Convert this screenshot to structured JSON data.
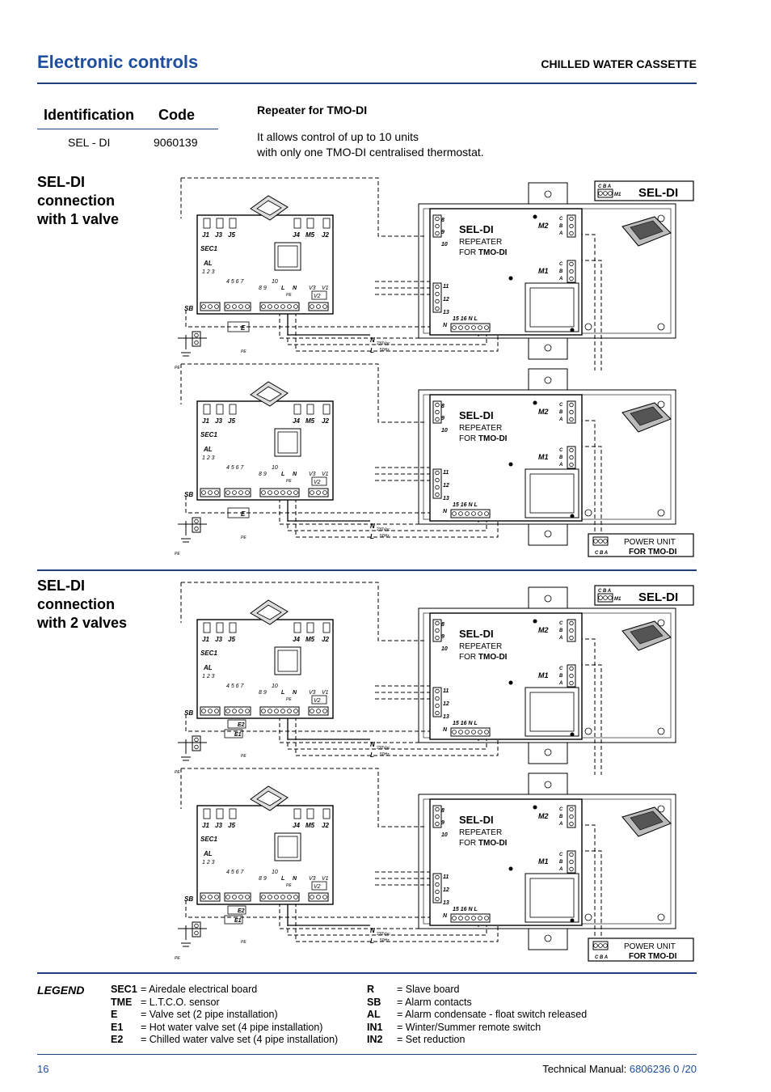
{
  "header": {
    "title": "Electronic controls",
    "product": "CHILLED WATER CASSETTE"
  },
  "identification": {
    "col_id": "Identification",
    "col_code": "Code",
    "item": "SEL - DI",
    "code": "9060139"
  },
  "repeater": {
    "title": "Repeater for TMO-DI",
    "description": "It allows control of up to 10 units\nwith only one TMO-DI centralised thermostat."
  },
  "sections": [
    {
      "title": "SEL-DI\nconnection\nwith 1 valve"
    },
    {
      "title": "SEL-DI\nconnection\nwith 2 valves"
    }
  ],
  "diagram": {
    "board_name": "SEC1",
    "board_jumpers": [
      "J1",
      "J3",
      "J5",
      "J4",
      "M5",
      "J2"
    ],
    "al": "AL",
    "al_terms": "1 2 3",
    "terms_a": "4 5 6 7",
    "terms_b": "8 9",
    "term_10": "10",
    "term_l": "L",
    "term_n": "N",
    "term_v3": "V3",
    "term_v1": "V1",
    "term_v2": "V2",
    "term_pe": "PE",
    "sb": "SB",
    "valve_e": "E",
    "valve_e1": "E1",
    "valve_e2": "E2",
    "supply_n": "N",
    "supply_l": "L",
    "supply_v": "230Vac",
    "supply_hz": "50Hz",
    "sel_di": "SEL-DI",
    "repeater_line1": "REPEATER",
    "repeater_line2_prefix": "FOR ",
    "repeater_line2_bold": "TMO-DI",
    "m1": "M1",
    "m2": "M2",
    "cba": "C B A",
    "c": "C",
    "b": "B",
    "a": "A",
    "rep_terms_left": [
      "8",
      "9",
      "10"
    ],
    "rep_terms_low": [
      "11",
      "12",
      "13",
      "N"
    ],
    "rep_terms_bottom": "15 16 N L",
    "power_unit_line1": "POWER UNIT",
    "power_unit_line2": "FOR TMO-DI"
  },
  "legend": {
    "label": "LEGEND",
    "left": [
      {
        "key": "SEC1",
        "text": "= Airedale electrical board"
      },
      {
        "key": "TME",
        "text": "= L.T.C.O. sensor"
      },
      {
        "key": "E",
        "text": "= Valve set (2 pipe installation)"
      },
      {
        "key": "E1",
        "text": "= Hot water valve set (4 pipe installation)"
      },
      {
        "key": "E2",
        "text": "= Chilled water valve set (4 pipe installation)"
      }
    ],
    "right": [
      {
        "key": "R",
        "text": "= Slave board"
      },
      {
        "key": "SB",
        "text": "= Alarm contacts"
      },
      {
        "key": "AL",
        "text": "= Alarm condensate - float switch released"
      },
      {
        "key": "IN1",
        "text": "= Winter/Summer remote switch"
      },
      {
        "key": "IN2",
        "text": "= Set reduction"
      }
    ]
  },
  "footer": {
    "page": "16",
    "manual_label": "Technical Manual: ",
    "manual_code": "6806236 0  /20"
  },
  "colors": {
    "heading_blue": "#1f4e9c",
    "rule_blue": "#1f3f80"
  }
}
